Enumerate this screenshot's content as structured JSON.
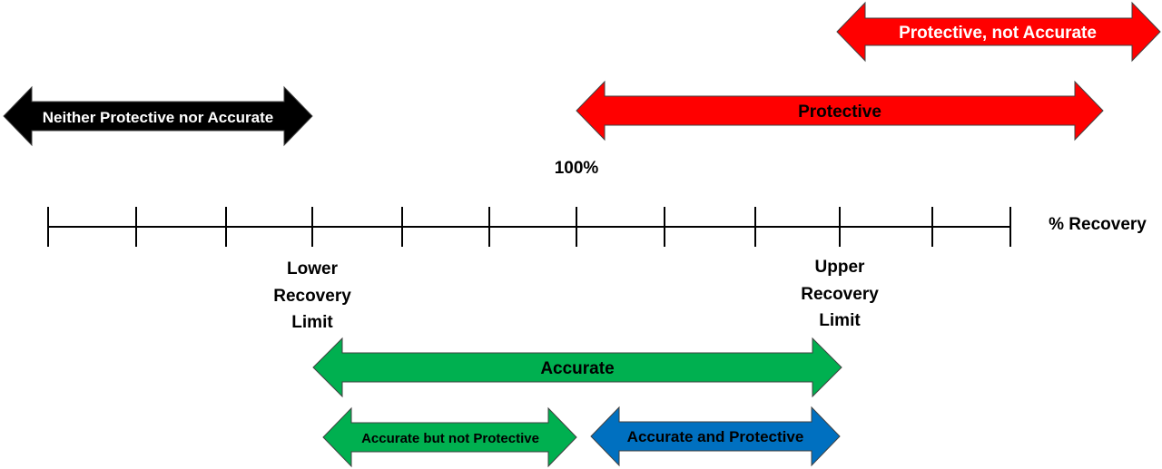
{
  "axis": {
    "label": "% Recovery",
    "center_label": "100%",
    "lower_limit_label": [
      "Lower",
      "Recovery",
      "Limit"
    ],
    "upper_limit_label": [
      "Upper",
      "Recovery",
      "Limit"
    ]
  },
  "arrows": {
    "protective_not_accurate": {
      "label": "Protective, not Accurate",
      "color": "#ff0000"
    },
    "neither": {
      "label": "Neither Protective nor Accurate",
      "color": "#000000"
    },
    "protective": {
      "label": "Protective",
      "color": "#ff0000"
    },
    "accurate": {
      "label": "Accurate",
      "color": "#00b050"
    },
    "accurate_not_protective": {
      "label": "Accurate but not Protective",
      "color": "#00b050"
    },
    "accurate_and_protective": {
      "label": "Accurate and Protective",
      "color": "#0070c0"
    }
  }
}
